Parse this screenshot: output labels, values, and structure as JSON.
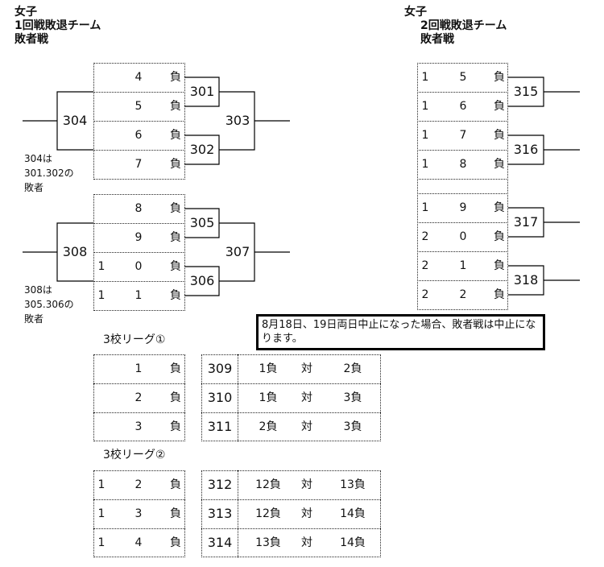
{
  "left_title": {
    "line1": "女子",
    "line2": "1回戦敗退チーム",
    "line3": "敗者戦"
  },
  "right_title": {
    "line1": "女子",
    "line2": "2回戦敗退チーム",
    "line3": "敗者戦"
  },
  "left_bracket": [
    {
      "rows": [
        [
          "",
          "4",
          "負"
        ],
        [
          "",
          "5",
          "負"
        ],
        [
          "",
          "6",
          "負"
        ],
        [
          "",
          "7",
          "負"
        ]
      ],
      "matches": {
        "semi1": "301",
        "semi2": "302",
        "final": "303",
        "losers": "304"
      },
      "note": [
        "304は",
        "301.302の",
        "敗者"
      ]
    },
    {
      "rows": [
        [
          "",
          "8",
          "負"
        ],
        [
          "",
          "9",
          "負"
        ],
        [
          "1",
          "0",
          "負"
        ],
        [
          "1",
          "1",
          "負"
        ]
      ],
      "matches": {
        "semi1": "305",
        "semi2": "306",
        "final": "307",
        "losers": "308"
      },
      "note": [
        "308は",
        "305.306の",
        "敗者"
      ]
    }
  ],
  "right_bracket": {
    "rows": [
      [
        "1",
        "5",
        "負"
      ],
      [
        "1",
        "6",
        "負"
      ],
      [
        "1",
        "7",
        "負"
      ],
      [
        "1",
        "8",
        "負"
      ],
      [
        "",
        "",
        ""
      ],
      [
        "1",
        "9",
        "負"
      ],
      [
        "2",
        "0",
        "負"
      ],
      [
        "2",
        "1",
        "負"
      ],
      [
        "2",
        "2",
        "負"
      ]
    ],
    "matches": [
      "315",
      "316",
      "317",
      "318"
    ]
  },
  "notice": "8月18日、19日両日中止になった場合、敗者戦は中止になります。",
  "leagues": [
    {
      "label": "3校リーグ①",
      "teams": [
        [
          "",
          "1",
          "負"
        ],
        [
          "",
          "2",
          "負"
        ],
        [
          "",
          "3",
          "負"
        ]
      ],
      "games": [
        [
          "309",
          "1負",
          "対",
          "2負"
        ],
        [
          "310",
          "1負",
          "対",
          "3負"
        ],
        [
          "311",
          "2負",
          "対",
          "3負"
        ]
      ]
    },
    {
      "label": "3校リーグ②",
      "teams": [
        [
          "1",
          "2",
          "負"
        ],
        [
          "1",
          "3",
          "負"
        ],
        [
          "1",
          "4",
          "負"
        ]
      ],
      "games": [
        [
          "312",
          "12負",
          "対",
          "13負"
        ],
        [
          "313",
          "12負",
          "対",
          "14負"
        ],
        [
          "314",
          "13負",
          "対",
          "14負"
        ]
      ]
    }
  ]
}
